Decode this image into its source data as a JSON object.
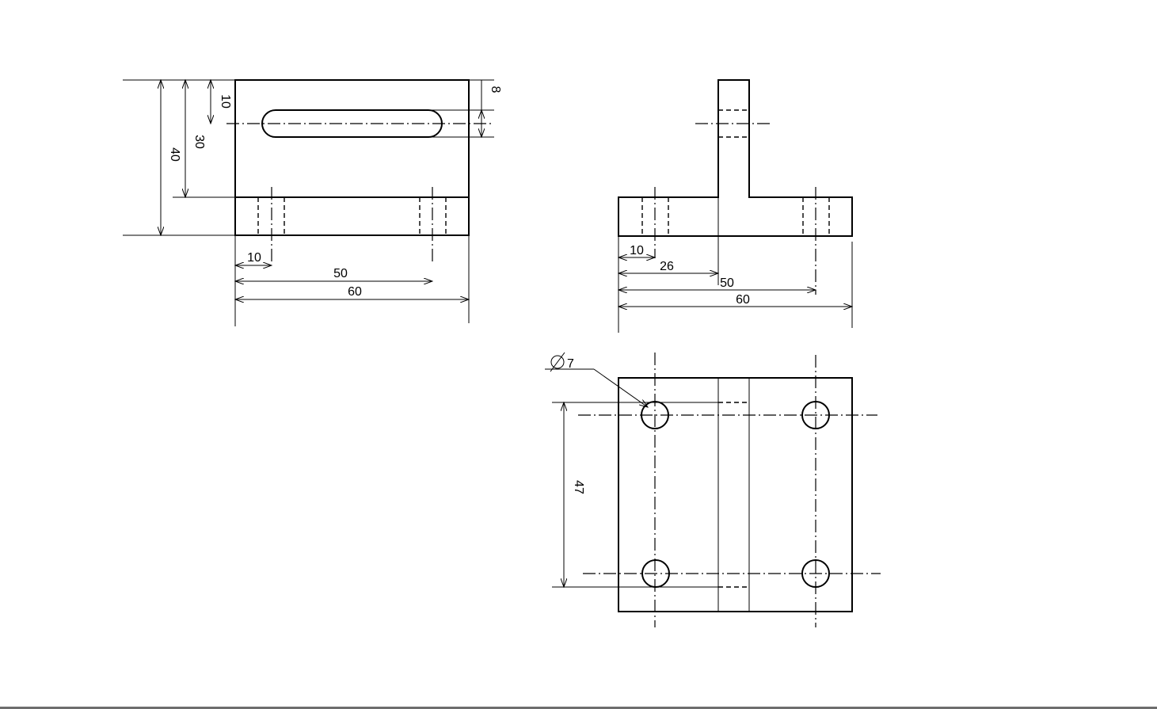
{
  "dimensions": {
    "front_height": "40",
    "front_slot_height": "30",
    "front_slot_offset": "10",
    "front_slot_width": "8",
    "front_hole_offset": "10",
    "front_hole_spacing": "50",
    "front_length": "60",
    "side_hole_offset": "10",
    "side_rib_offset": "26",
    "side_hole_spacing": "50",
    "side_length": "60",
    "top_hole_diameter": "7",
    "top_hole_pitch": "47"
  },
  "symbols": {
    "diameter": "Ø"
  }
}
